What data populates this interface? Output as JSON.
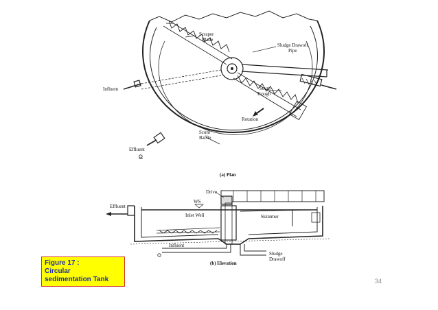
{
  "plan": {
    "labels": {
      "scraper_blade_1": "Scraper",
      "scraper_blade_2": "Blade",
      "sludge_drawoff_1": "Sludge Drawoff",
      "sludge_drawoff_2": "Pipe",
      "influent": "Influent",
      "scum_trough_1": "Scum",
      "scum_trough_2": "Trough",
      "rotation": "Rotation",
      "scum_baffle_1": "Scum",
      "scum_baffle_2": "Baffle",
      "effluent": "Effluent",
      "caption": "(a) Plan"
    }
  },
  "elevation": {
    "labels": {
      "drive": "Drive",
      "effluent": "Effluent",
      "ws": "WS",
      "inlet_well": "Inlet Well",
      "skimmer": "Skimmer",
      "influent": "Influent",
      "sludge_drawoff_1": "Sludge",
      "sludge_drawoff_2": "Drawoff",
      "caption": "(b) Elevation"
    }
  },
  "figure": {
    "caption_line1": "Figure 17 :",
    "caption_line2": "Circular",
    "caption_line3": "sedimentation Tank"
  },
  "page_number": "34"
}
